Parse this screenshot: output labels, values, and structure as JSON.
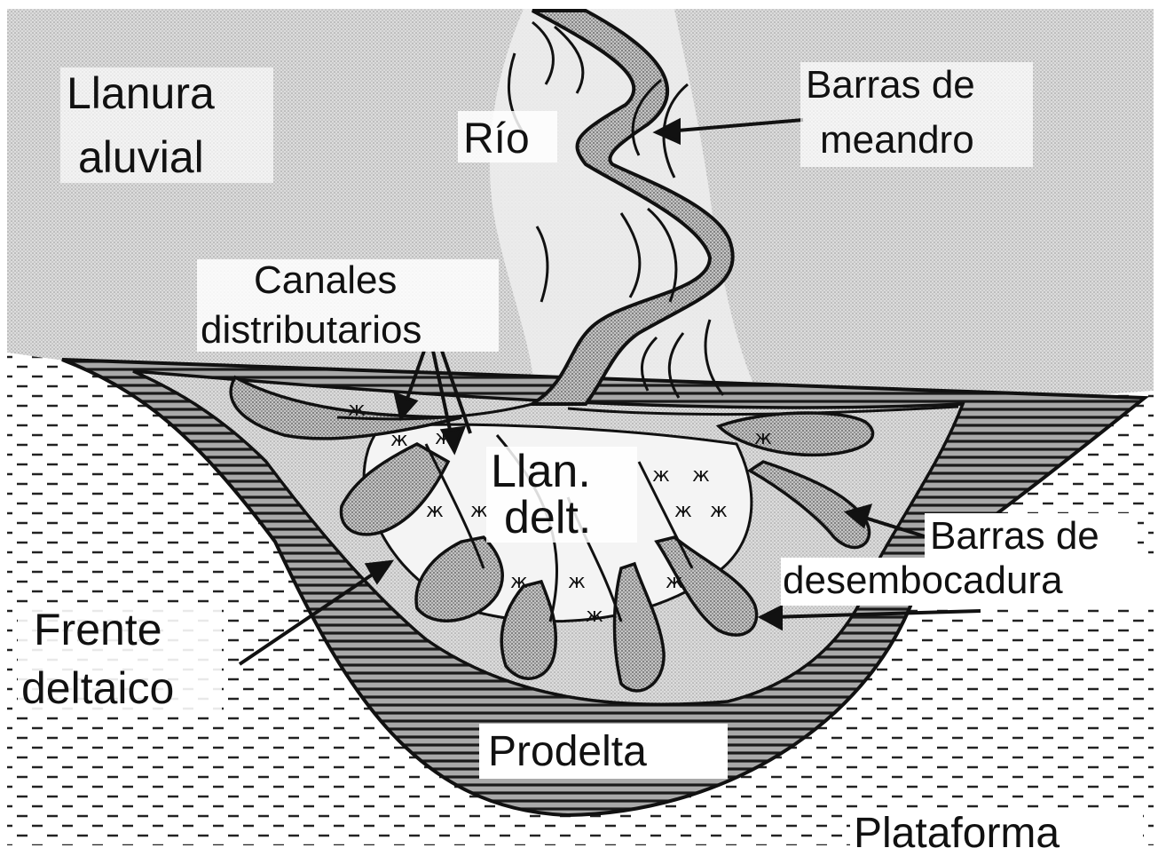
{
  "diagram": {
    "labels": {
      "llanura_line1": "Llanura",
      "llanura_line2": "aluvial",
      "rio": "Río",
      "barras_meandro_line1": "Barras de",
      "barras_meandro_line2": "meandro",
      "canales_line1": "Canales",
      "canales_line2": "distributarios",
      "llan_delt_line1": "Llan.",
      "llan_delt_line2": "delt.",
      "barras_desemb_line1": "Barras de",
      "barras_desemb_line2": "desembocadura",
      "frente_line1": "Frente",
      "frente_line2": "deltaico",
      "prodelta": "Prodelta",
      "plataforma": "Plataforma"
    },
    "colors": {
      "ink": "#111111",
      "alluvial_plain": "#d6d6d6",
      "prodelta_hatch": "#8f8f8f",
      "delta_front": "#bdbdbd",
      "label_bg": "#ffffff"
    }
  }
}
